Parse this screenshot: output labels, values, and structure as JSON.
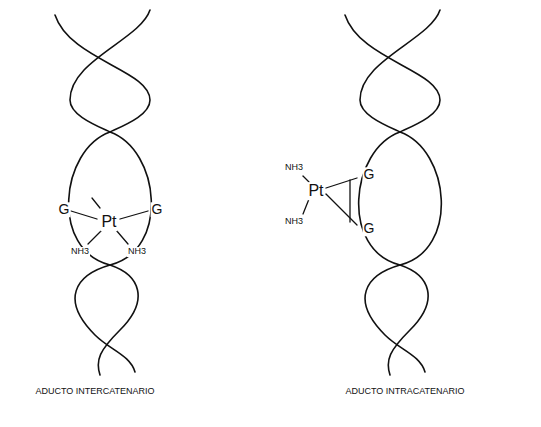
{
  "diagram": {
    "labels": [
      "G",
      "G",
      "Pt",
      "NH3",
      "NH3",
      "NH3",
      "Pt",
      "NH3",
      "G",
      "G",
      "ADUCTO INTERCATENARIO",
      "ADUCTO INTRACATENARIO"
    ]
  }
}
